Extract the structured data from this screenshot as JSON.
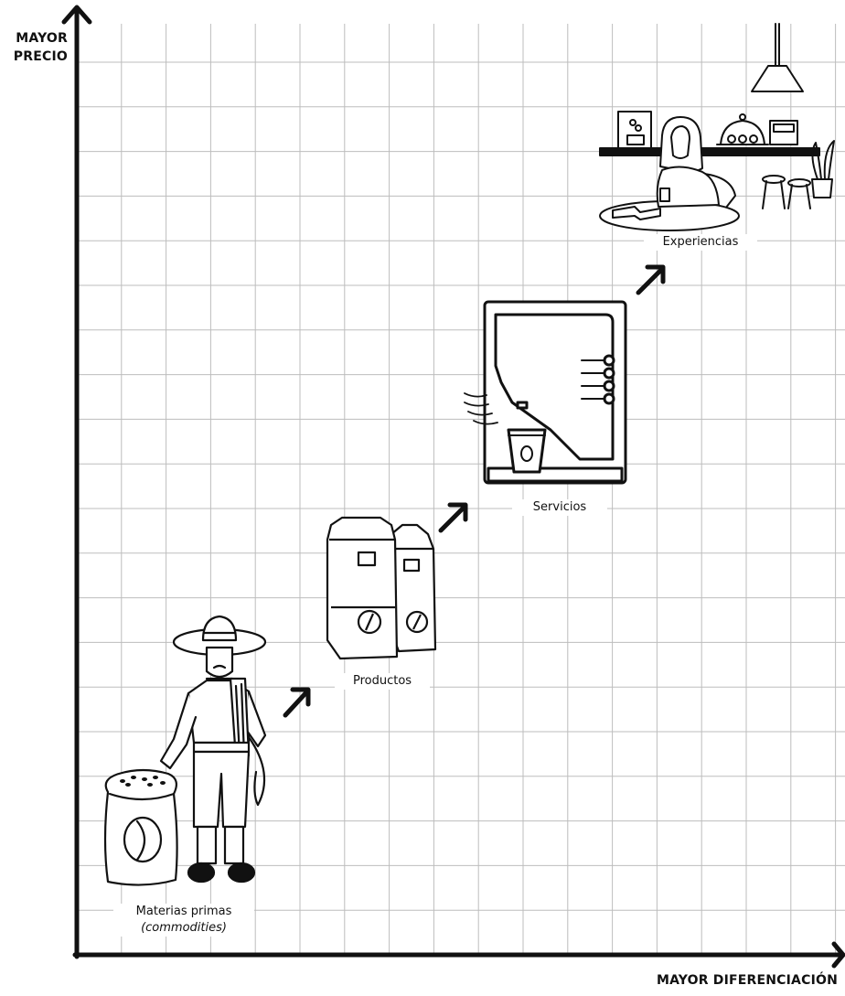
{
  "axes": {
    "y_label_line1": "MAYOR",
    "y_label_line2": "PRECIO",
    "x_label": "MAYOR DIFERENCIACIÓN"
  },
  "stages": [
    {
      "id": "materias-primas",
      "label": "Materias primas",
      "sublabel": "(commodities)",
      "icon": "farmer-with-coffee-sack-icon"
    },
    {
      "id": "productos",
      "label": "Productos",
      "icon": "coffee-bags-icon"
    },
    {
      "id": "servicios",
      "label": "Servicios",
      "icon": "coffee-machine-icon"
    },
    {
      "id": "experiencias",
      "label": "Experiencias",
      "icon": "coffee-shop-scene-icon"
    }
  ],
  "colors": {
    "ink": "#111111",
    "grid": "#bdbdbd",
    "background": "#ffffff"
  }
}
